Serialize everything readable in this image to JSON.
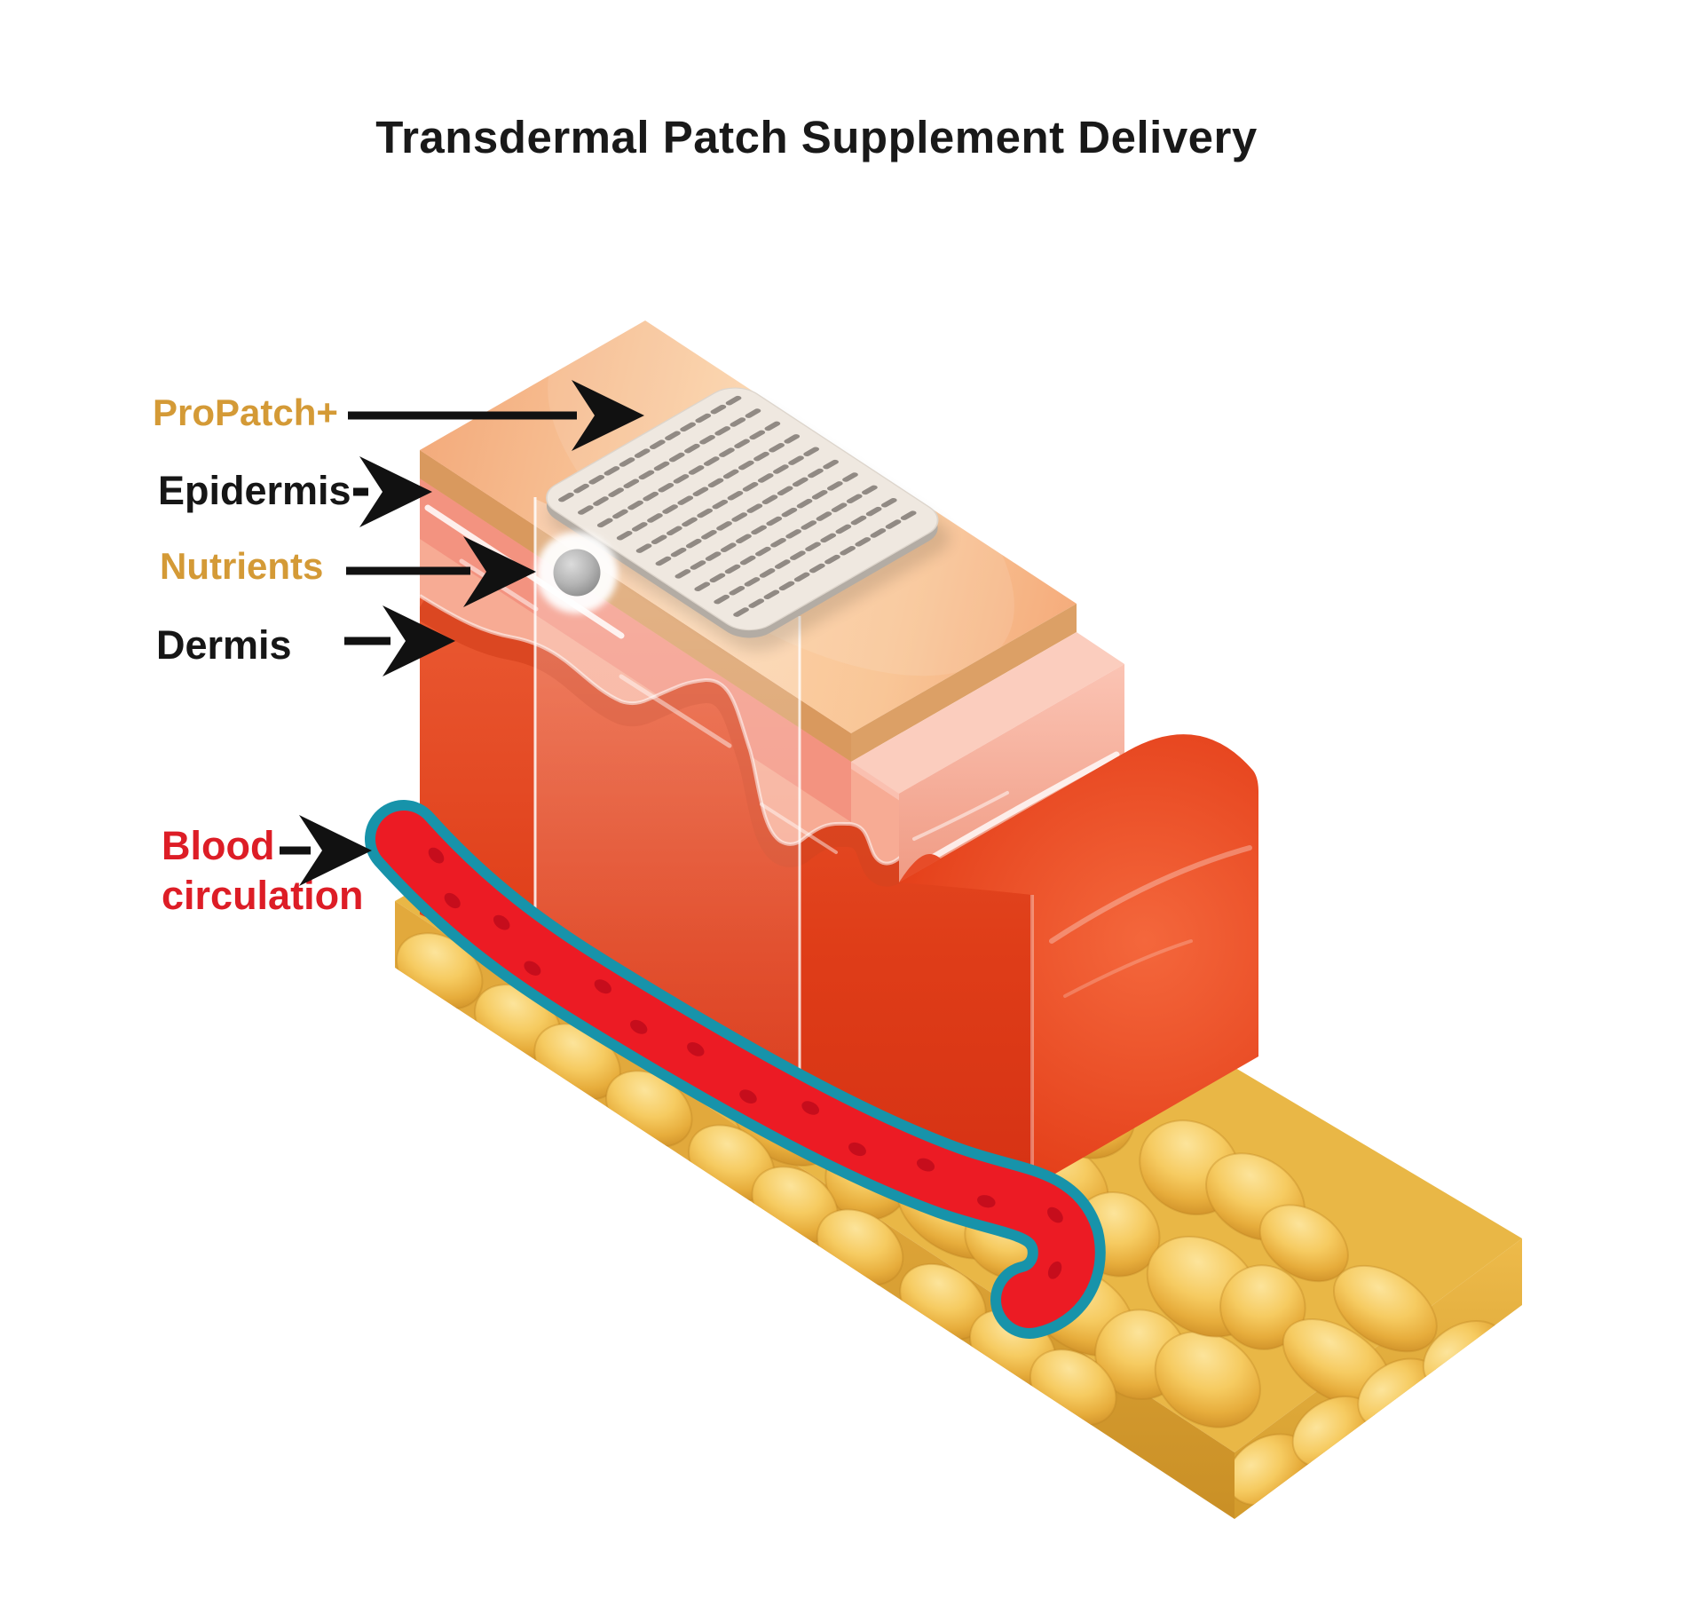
{
  "title": "Transdermal Patch Supplement Delivery",
  "labels": {
    "propatch": "ProPatch+",
    "epidermis": "Epidermis",
    "nutrients": "Nutrients",
    "dermis": "Dermis",
    "blood_line1": "Blood",
    "blood_line2": "circulation"
  },
  "colors": {
    "label_gold": "#D49A36",
    "label_black": "#161616",
    "label_red": "#DD1D26",
    "arrow_black": "#111111",
    "title_black": "#191919",
    "patch_cream": "#EFE8E0",
    "patch_perforation_grey": "#918A84",
    "skin_surface_peach": "#F8C49C",
    "epidermis_salmon": "#F39380",
    "epidermis_pink": "#FBCDBE",
    "dermis_red": "#E23A15",
    "vessel_red": "#EC1B24",
    "vessel_teal": "#1793AA",
    "fat_gold": "#E9B746",
    "nutrient_sphere_grey": "#A9A9A9"
  },
  "diagram_parts": [
    "propatch-patch",
    "microneedle-perforations",
    "nutrient-droplet",
    "epidermis-layer",
    "dermis-layer",
    "blood-vessel",
    "subcutaneous-fat"
  ]
}
